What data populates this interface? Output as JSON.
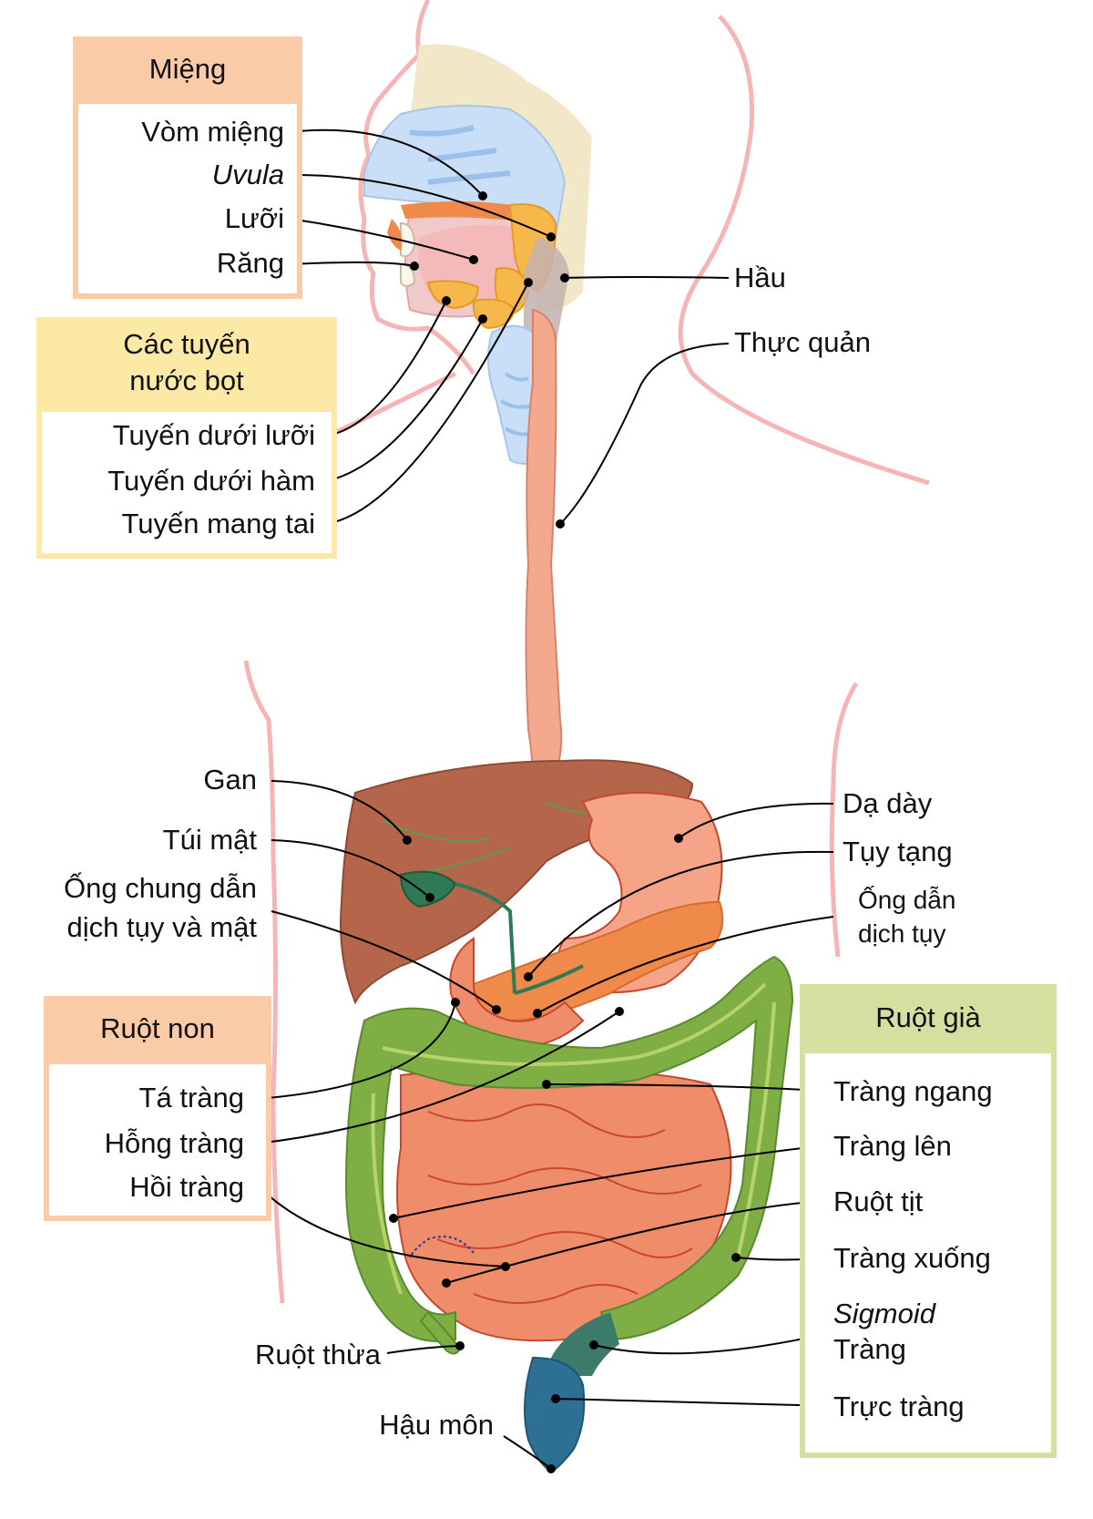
{
  "groups": {
    "mouth": {
      "title": "Miệng",
      "color": "#fbcba7",
      "items": [
        "Vòm miệng",
        "Uvula",
        "Lưỡi",
        "Răng"
      ]
    },
    "salivary": {
      "title_line1": "Các tuyến",
      "title_line2": "nước bọt",
      "color": "#fde9a6",
      "items": [
        "Tuyến dưới lưỡi",
        "Tuyến dưới hàm",
        "Tuyến mang tai"
      ]
    },
    "small_intestine": {
      "title": "Ruột non",
      "color": "#fbcba7",
      "items": [
        "Tá tràng",
        "Hỗng tràng",
        "Hồi tràng"
      ]
    },
    "large_intestine": {
      "title": "Ruột già",
      "color": "#d5e0a0",
      "items": [
        "Tràng ngang",
        "Tràng lên",
        "Ruột tịt",
        "Tràng xuống",
        "Sigmoid",
        "Tràng",
        "Trực tràng"
      ]
    }
  },
  "labels": {
    "pharynx": "Hầu",
    "esophagus": "Thực quản",
    "liver": "Gan",
    "gallbladder": "Túi mật",
    "common_bile_duct_line1": "Ống chung dẫn",
    "common_bile_duct_line2": "dịch tụy và mật",
    "stomach": "Dạ dày",
    "pancreas": "Tụy tạng",
    "pancreatic_duct_line1": "Ống dẫn",
    "pancreatic_duct_line2": "dịch tụy",
    "appendix": "Ruột thừa",
    "anus": "Hậu môn"
  },
  "colors": {
    "skin_outline": "#f7b4b4",
    "esophagus": "#f4a98e",
    "liver": "#b5664a",
    "stomach": "#f5a487",
    "small_intestine": "#ef8d6a",
    "colon": "#7fae45",
    "rectum": "#2e6f94",
    "gallbladder": "#2f7a55",
    "pancreas": "#f08a4b",
    "nasal": "#c9def7",
    "gland": "#f7b84b"
  }
}
